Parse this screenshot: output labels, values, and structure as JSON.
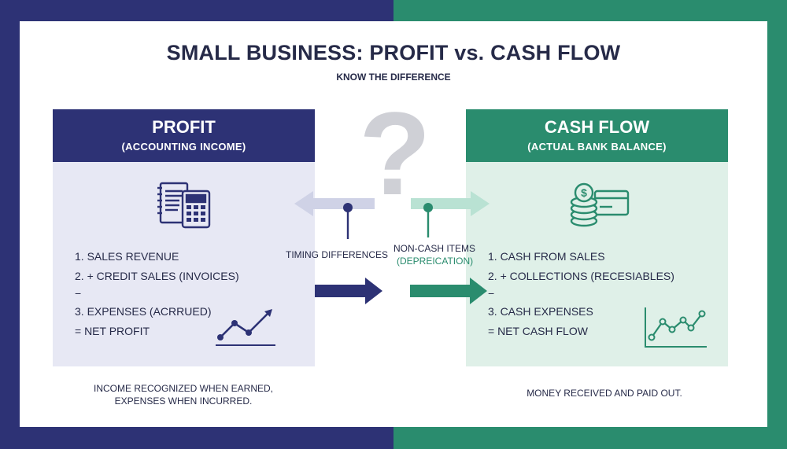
{
  "title": "SMALL BUSINESS: PROFIT vs. CASH FLOW",
  "subtitle": "KNOW THE DIFFERENCE",
  "profit": {
    "title": "PROFIT",
    "subtitle": "(ACCOUNTING INCOME)",
    "icon": "ledger-calculator-icon",
    "items": [
      "1.  SALES REVENUE",
      "2. + CREDIT SALES (INVOICES)",
      "−",
      "3.  EXPENSES (ACRRUED)",
      "=  NET PROFIT"
    ],
    "caption_line1": "INCOME RECOGNIZED WHEN EARNED,",
    "caption_line2": "EXPENSES WHEN INCURRED."
  },
  "cashflow": {
    "title": "CASH FLOW",
    "subtitle": "(ACTUAL BANK BALANCE)",
    "icon": "coins-card-icon",
    "items": [
      "1.  CASH FROM SALES",
      "2. + COLLECTIONS (RECESIABLES)",
      "−",
      "3.  CASH EXPENSES",
      "=  NET CASH FLOW"
    ],
    "caption": "MONEY RECEIVED AND PAID OUT."
  },
  "middle": {
    "question_mark": "?",
    "timing_label": "TIMING DIFFERENCES",
    "noncash_label": "NON-CASH ITEMS",
    "noncash_sub": "(DEPREICATION)"
  },
  "colors": {
    "navy": "#2d3275",
    "green": "#2a8c6e",
    "panel_left_bg": "#e7e8f4",
    "panel_right_bg": "#dff0e8"
  }
}
